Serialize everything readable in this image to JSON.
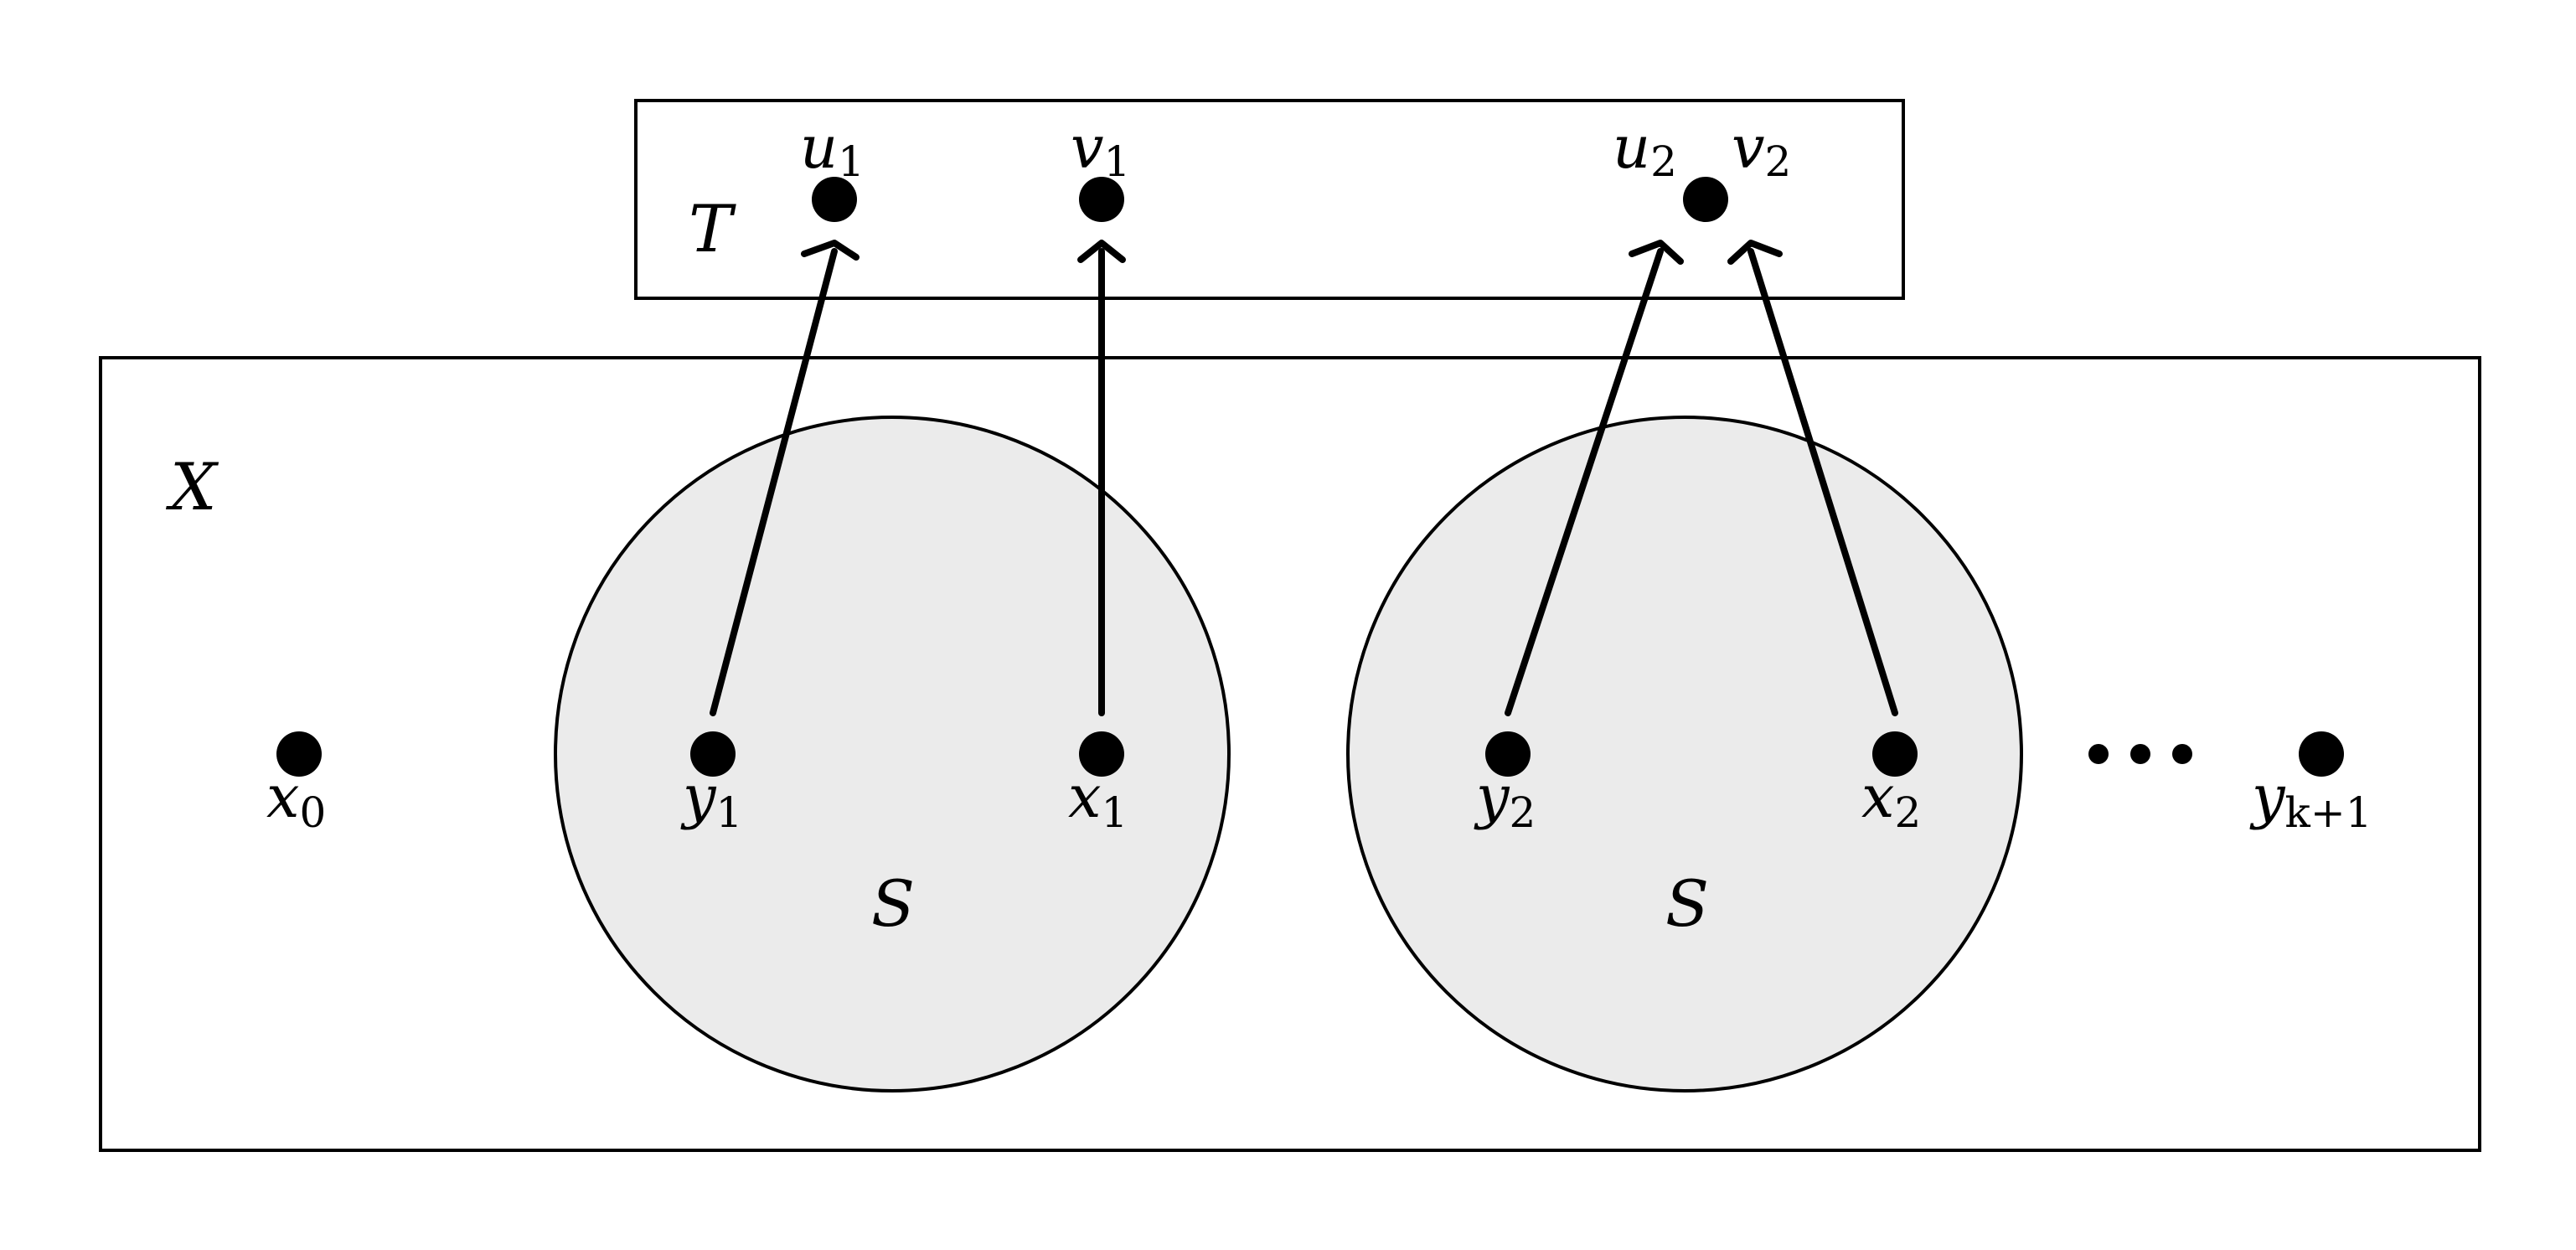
{
  "regions": {
    "T": {
      "label": "T"
    },
    "X": {
      "label": "X"
    }
  },
  "sets": [
    {
      "label": "S"
    },
    {
      "label": "S"
    }
  ],
  "nodes": [
    {
      "id": "u1",
      "base": "u",
      "sub": "1"
    },
    {
      "id": "v1",
      "base": "v",
      "sub": "1"
    },
    {
      "id": "u2v2",
      "base": "",
      "sub": ""
    },
    {
      "id": "x0",
      "base": "x",
      "sub": "0"
    },
    {
      "id": "y1",
      "base": "y",
      "sub": "1"
    },
    {
      "id": "x1",
      "base": "x",
      "sub": "1"
    },
    {
      "id": "y2",
      "base": "y",
      "sub": "2"
    },
    {
      "id": "x2",
      "base": "x",
      "sub": "2"
    },
    {
      "id": "yk1",
      "base": "y",
      "sub": "k+1"
    }
  ],
  "extra_labels": [
    {
      "id": "u2",
      "base": "u",
      "sub": "2"
    },
    {
      "id": "v2",
      "base": "v",
      "sub": "2"
    }
  ],
  "edges": [
    {
      "from": "y1",
      "to": "u1"
    },
    {
      "from": "x1",
      "to": "v1"
    },
    {
      "from": "y2",
      "to": "u2"
    },
    {
      "from": "x2",
      "to": "v2"
    }
  ],
  "ellipsis": "⋯",
  "colors": {
    "set_fill": "#ebebeb",
    "stroke": "#000000"
  }
}
